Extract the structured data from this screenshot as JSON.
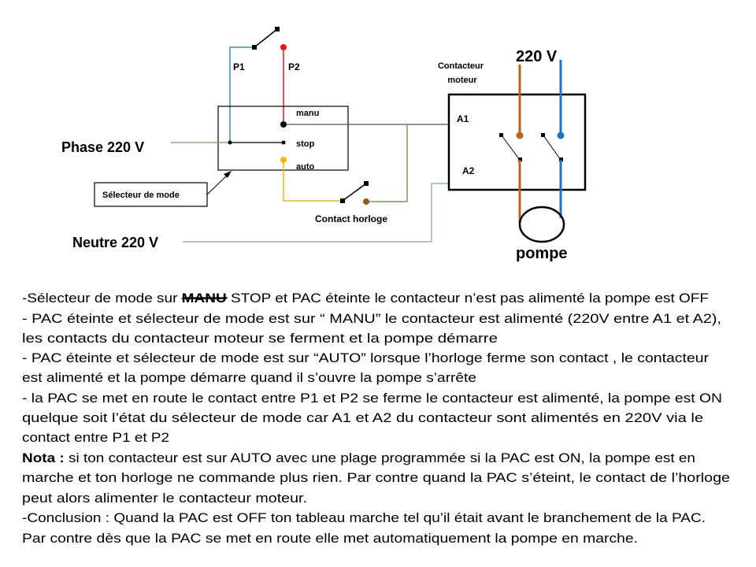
{
  "diagram": {
    "labels": {
      "p1": "P1",
      "p2": "P2",
      "manu": "manu",
      "stop": "stop",
      "auto": "auto",
      "phase": "Phase 220 V",
      "neutre": "Neutre 220 V",
      "selecteur": "Sélecteur de mode",
      "contact_horloge": "Contact  horloge",
      "contacteur_line1": "Contacteur",
      "contacteur_line2": "moteur",
      "a1": "A1",
      "a2": "A2",
      "supply": "220 V",
      "pompe": "pompe"
    },
    "colors": {
      "phase_brown": "#b5651d",
      "neutral_blue": "#1a75c4",
      "p1_blue": "#3b8fc7",
      "p2_red": "#e8141b",
      "auto_yellow": "#f5b800",
      "wire_tan": "#a68463",
      "neutre_grey": "#7d9db8"
    }
  },
  "text": {
    "line1": {
      "a": "-Sélecteur de mode sur ",
      "strike": "MANU",
      "b": " STOP et PAC éteinte le contacteur n’est pas alimenté la pompe est OFF"
    },
    "line2": "- PAC éteinte et sélecteur de mode est sur “ MANU”  le contacteur est alimenté (220V entre A1 et A2),",
    "line3": "les contacts du contacteur moteur se ferment  et la pompe démarre",
    "line4": "- PAC éteinte et sélecteur de mode est sur “AUTO”  lorsque l’horloge ferme son contact , le contacteur",
    "line5": "est alimenté et la pompe démarre quand il s’ouvre la pompe s’arrête",
    "line6": "- la PAC se met en route le contact entre P1 et P2 se ferme  le contacteur est alimenté,  la  pompe est ON",
    "line7": "quelque soit l’état du sélecteur de mode car A1 et A2 du contacteur  sont alimentés en 220V via le",
    "line8": "contact entre P1 et P2",
    "line9": {
      "bold": "Nota :",
      "rest": " si ton contacteur est sur AUTO avec une plage programmée si la PAC est ON, la pompe est en"
    },
    "line10": "marche et ton horloge ne commande plus rien. Par contre quand la PAC s’éteint,  le contact de l’horloge",
    "line11": "peut alors alimenter le contacteur moteur.",
    "line12": "-Conclusion : Quand la PAC est OFF ton tableau marche tel qu’il était avant le branchement de la PAC.",
    "line13": "Par contre dès que la PAC se met en route elle met automatiquement  la pompe en marche."
  }
}
